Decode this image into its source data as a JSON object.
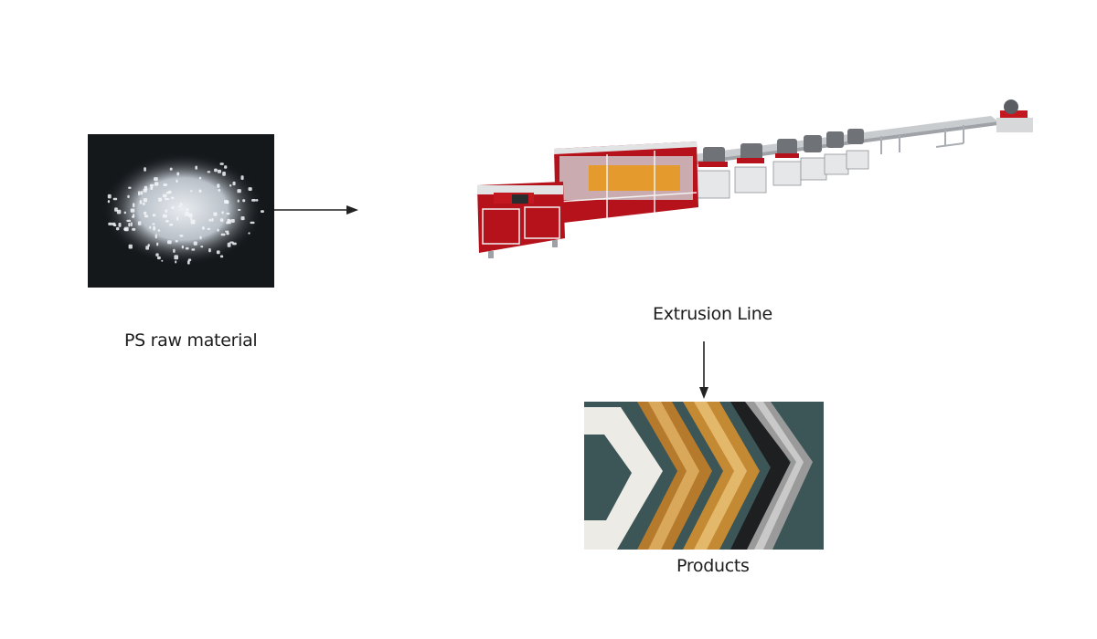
{
  "diagram": {
    "raw_material": {
      "label": "PS raw material",
      "icon": "plastic-granules-photo"
    },
    "extrusion_line": {
      "label": "Extrusion Line",
      "icon": "extrusion-machine-photo"
    },
    "products": {
      "label": "Products",
      "icon": "picture-frame-mouldings-photo"
    }
  },
  "colors": {
    "machine_red": "#b5121b",
    "frame_white": "#ecebe6",
    "frame_gold": "#b57a2c",
    "frame_silver": "#9a9a9a",
    "granule_bg": "#15181b"
  }
}
